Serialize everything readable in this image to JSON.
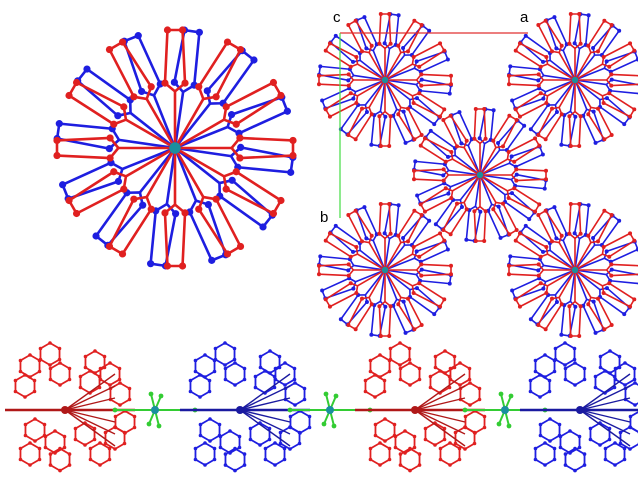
{
  "figure": {
    "axis_labels": {
      "c": "c",
      "a": "a",
      "b": "b"
    },
    "colors": {
      "red": "#e02020",
      "blue": "#1e1ee0",
      "green": "#33cc33",
      "cell_edge_a": "#e03030",
      "cell_edge_b": "#44dd44",
      "dark_red": "#b01818",
      "dark_blue": "#1a1aa0",
      "teal": "#1a8f9f"
    },
    "panels": [
      {
        "id": "single-complex",
        "arms": 12
      },
      {
        "id": "unit-cell-packing",
        "complexes": 5
      },
      {
        "id": "side-view-chain",
        "segments": 4
      }
    ]
  }
}
